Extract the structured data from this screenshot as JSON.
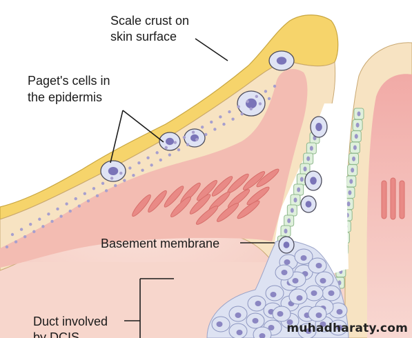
{
  "labels": {
    "scale_crust_line1": "Scale crust on",
    "scale_crust_line2": "skin surface",
    "pagets_line1": "Paget's cells in",
    "pagets_line2": "the epidermis",
    "basement_membrane": "Basement membrane",
    "duct_line1": "Duct involved",
    "duct_line2": "by DCIS"
  },
  "watermark": "muhadharaty.com",
  "colors": {
    "crust": "#f6d46b",
    "epidermis": "#f7e3c2",
    "dermis": "#f6cfc4",
    "duct_wall": "#efb3ad",
    "vessels": "#e98a86",
    "dcis_cells": "#dde2f2",
    "nuclei": "#8b86c2",
    "duct_epithelium": "#dff0dc",
    "ink": "#1a1a1a"
  }
}
